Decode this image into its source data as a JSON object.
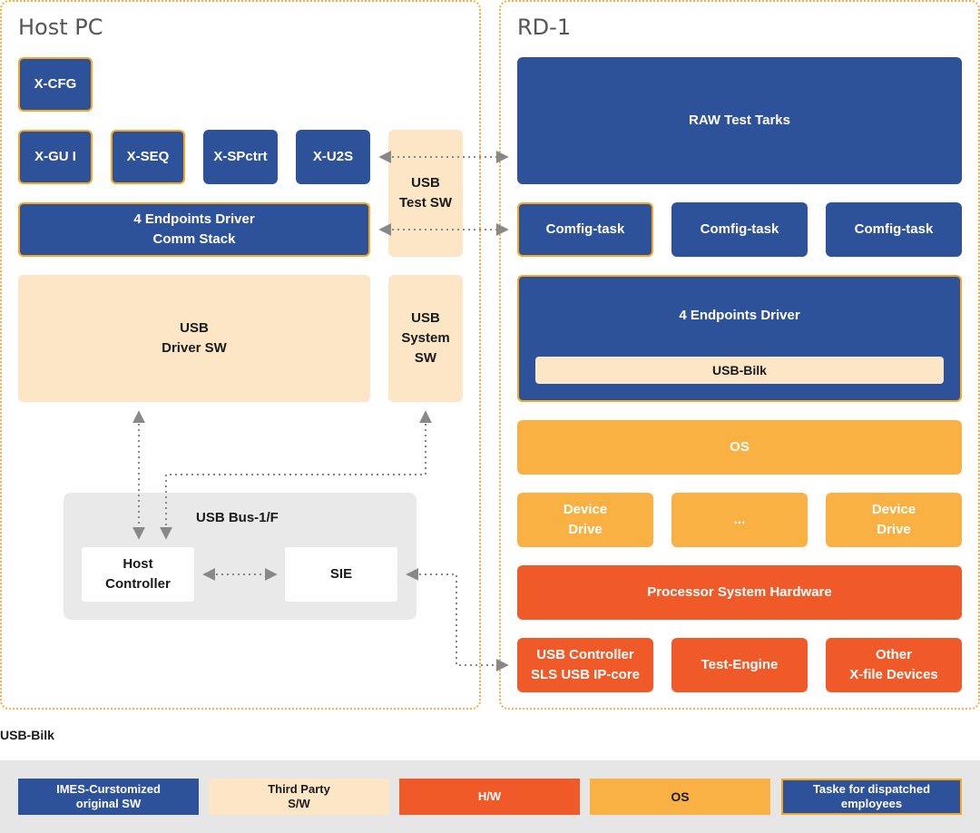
{
  "panels": {
    "host_pc": "Host PC",
    "rd1": "RD-1"
  },
  "host": {
    "xcfg": "X-CFG",
    "xgui": "X-GU I",
    "xseq": "X-SEQ",
    "xspctrt": "X-SPctrt",
    "xu2s": "X-U2S",
    "usb_test_sw": "USB\nTest SW",
    "endpoints_driver": "4 Endpoints Driver\nComm Stack",
    "usb_driver_sw": "USB\nDriver SW",
    "usb_system_sw": "USB\nSystem\nSW",
    "usb_bus": "USB Bus-1/F",
    "host_controller": "Host\nController",
    "sie": "SIE"
  },
  "rd1": {
    "raw_test_tasks": "RAW Test Tarks",
    "config_tasks": [
      "Comfig-task",
      "Comfig-task",
      "Comfig-task"
    ],
    "endpoints_driver": "4 Endpoints Driver",
    "usb_bilk": "USB-Bilk",
    "os": "OS",
    "device_drive_1": "Device\nDrive",
    "ellipsis": "...",
    "device_drive_2": "Device\nDrive",
    "processor_hw": "Processor System Hardware",
    "usb_controller": "USB Controller\nSLS USB IP-core",
    "test_engine": "Test-Engine",
    "other_devices": "Other\nX-file Devices"
  },
  "caption": "USB-Bilk",
  "legend": [
    {
      "label": "IMES-Curstomized\noriginal SW",
      "color": "#2e5299"
    },
    {
      "label": "Third Party\nS/W",
      "color": "#fde6c6"
    },
    {
      "label": "H/W",
      "color": "#f05a28"
    },
    {
      "label": "OS",
      "color": "#f9b143"
    },
    {
      "label": "Taske for dispatched\nemployees",
      "color": "#2e5299"
    }
  ],
  "colors": {
    "navy": "#2e5299",
    "beige": "#fde6c6",
    "yellow": "#f9b143",
    "red": "#f05a28",
    "outline_orange": "#f5a623",
    "connector_gray": "#888888"
  }
}
